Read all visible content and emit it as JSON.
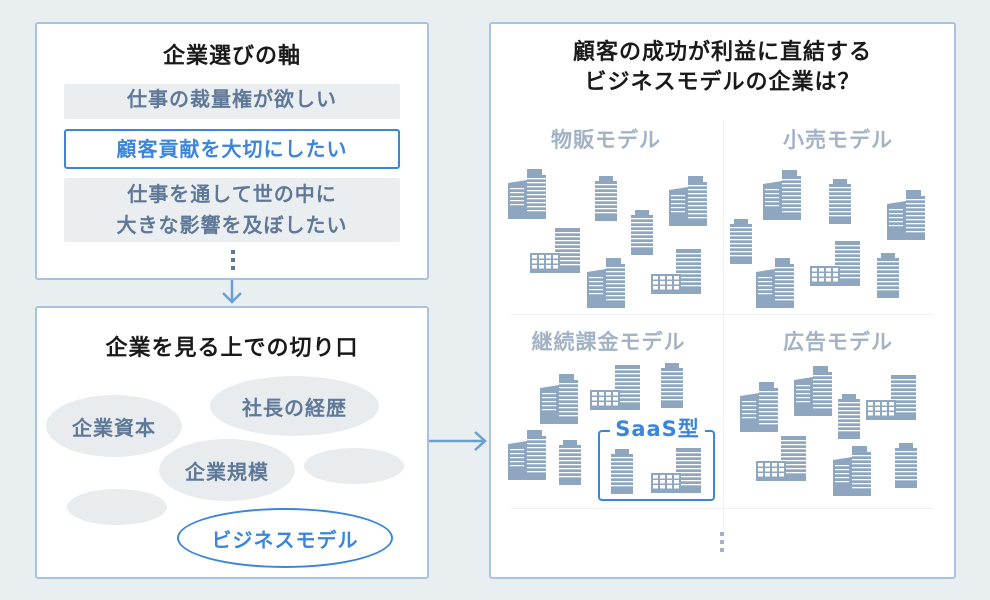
{
  "colors": {
    "background": "#e9eef1",
    "panel_border": "#a9c3de",
    "accent": "#3b86db",
    "muted_text": "#5f7898",
    "quad_label": "#a3b3c5",
    "building": "#8fa6c0"
  },
  "axis_panel": {
    "title": "企業選びの軸",
    "criteria": [
      {
        "label": "仕事の裁量権が欲しい",
        "highlighted": false
      },
      {
        "label": "顧客貢献を大切にしたい",
        "highlighted": true
      },
      {
        "label_line1": "仕事を通して世の中に",
        "label_line2": "大きな影響を及ぼしたい",
        "highlighted": false
      }
    ],
    "more_indicator": "vertical-ellipsis-icon"
  },
  "flow": {
    "down_arrow": "arrow-down-icon",
    "right_arrow": "arrow-right-icon"
  },
  "perspective_panel": {
    "title": "企業を見る上での切り口",
    "bubbles": [
      {
        "label": "企業資本",
        "highlighted": false
      },
      {
        "label": "社長の経歴",
        "highlighted": false
      },
      {
        "label": "企業規模",
        "highlighted": false
      },
      {
        "label": "",
        "highlighted": false
      },
      {
        "label": "",
        "highlighted": false
      },
      {
        "label": "ビジネスモデル",
        "highlighted": true
      }
    ]
  },
  "model_panel": {
    "title_line1": "顧客の成功が利益に直結する",
    "title_line2": "ビジネスモデルの企業は？",
    "quadrants": [
      {
        "label": "物販モデル",
        "building_count": 7
      },
      {
        "label": "小売モデル",
        "building_count": 7
      },
      {
        "label": "継続課金モデル",
        "building_count": 7
      },
      {
        "label": "広告モデル",
        "building_count": 7
      }
    ],
    "highlight": {
      "label": "SaaS型",
      "building_count": 2
    },
    "more_indicator": "vertical-ellipsis-icon"
  }
}
